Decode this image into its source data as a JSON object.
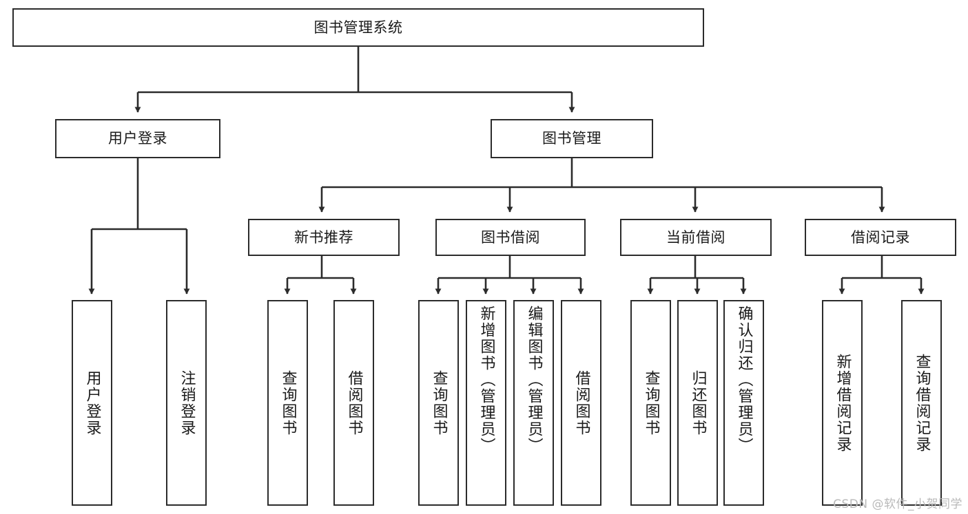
{
  "diagram": {
    "title": "图书管理系统",
    "watermark": "CSDN @软件_小贺同学",
    "colors": {
      "background": "#ffffff",
      "box_border": "#2b2b2b",
      "connector": "#2b2b2b",
      "text": "#1a1a1a",
      "watermark": "#b9b9b9"
    },
    "root": {
      "label": "图书管理系统"
    },
    "level2": [
      {
        "label": "用户登录"
      },
      {
        "label": "图书管理"
      }
    ],
    "level3": [
      {
        "label": "新书推荐"
      },
      {
        "label": "图书借阅"
      },
      {
        "label": "当前借阅"
      },
      {
        "label": "借阅记录"
      }
    ],
    "leaves": {
      "user_login": [
        {
          "label": "用户登录"
        },
        {
          "label": "注销登录"
        }
      ],
      "new_book": [
        {
          "label": "查询图书"
        },
        {
          "label": "借阅图书"
        }
      ],
      "book_borrow": [
        {
          "label": "查询图书"
        },
        {
          "label": "新增图书（管理员）"
        },
        {
          "label": "编辑图书（管理员）"
        },
        {
          "label": "借阅图书"
        }
      ],
      "current_borrow": [
        {
          "label": "查询图书"
        },
        {
          "label": "归还图书"
        },
        {
          "label": "确认归还（管理员）"
        }
      ],
      "borrow_record": [
        {
          "label": "新增借阅记录"
        },
        {
          "label": "查询借阅记录"
        }
      ]
    }
  }
}
